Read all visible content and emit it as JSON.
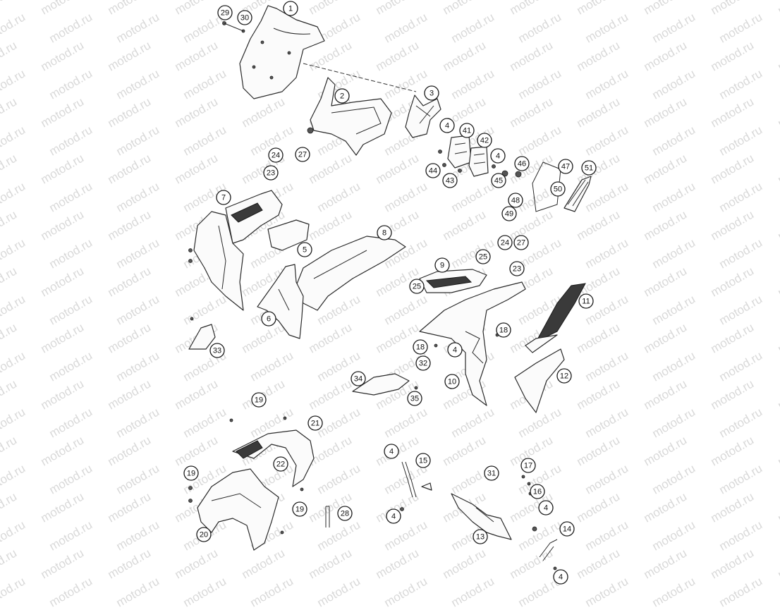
{
  "watermark": "motod.ru",
  "callouts": [
    "1",
    "2",
    "3",
    "4",
    "5",
    "6",
    "7",
    "8",
    "9",
    "10",
    "11",
    "12",
    "13",
    "14",
    "15",
    "16",
    "17",
    "18",
    "19",
    "20",
    "21",
    "22",
    "23",
    "24",
    "25",
    "27",
    "28",
    "29",
    "30",
    "31",
    "32",
    "33",
    "34",
    "35",
    "41",
    "42",
    "44",
    "43",
    "45",
    "46",
    "47",
    "48",
    "49",
    "50",
    "51"
  ]
}
